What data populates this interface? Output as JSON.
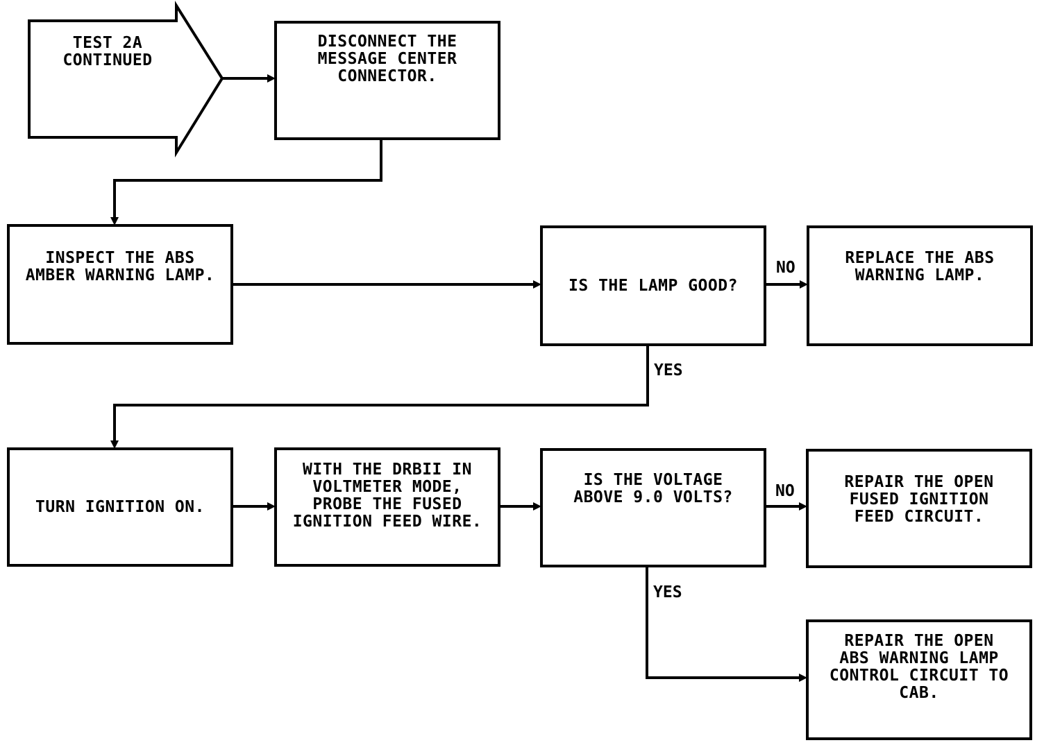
{
  "nodes": {
    "start": {
      "text": "TEST 2A\nCONTINUED"
    },
    "disconnect": {
      "text": "DISCONNECT THE\nMESSAGE CENTER\nCONNECTOR."
    },
    "inspect": {
      "text": "INSPECT THE ABS\nAMBER WARNING LAMP."
    },
    "lamp_good": {
      "text": "IS THE LAMP GOOD?"
    },
    "replace_lamp": {
      "text": "REPLACE THE ABS\nWARNING LAMP."
    },
    "ignition_on": {
      "text": "TURN IGNITION ON."
    },
    "probe": {
      "text": "WITH THE DRBII IN\nVOLTMETER MODE,\nPROBE THE FUSED\nIGNITION FEED WIRE."
    },
    "voltage": {
      "text": "IS THE VOLTAGE\nABOVE 9.0 VOLTS?"
    },
    "repair_feed": {
      "text": "REPAIR THE OPEN\nFUSED IGNITION\nFEED CIRCUIT."
    },
    "repair_control": {
      "text": "REPAIR THE OPEN\nABS WARNING LAMP\nCONTROL CIRCUIT TO\nCAB."
    }
  },
  "edge_labels": {
    "lamp_no": "NO",
    "lamp_yes": "YES",
    "voltage_no": "NO",
    "voltage_yes": "YES"
  }
}
